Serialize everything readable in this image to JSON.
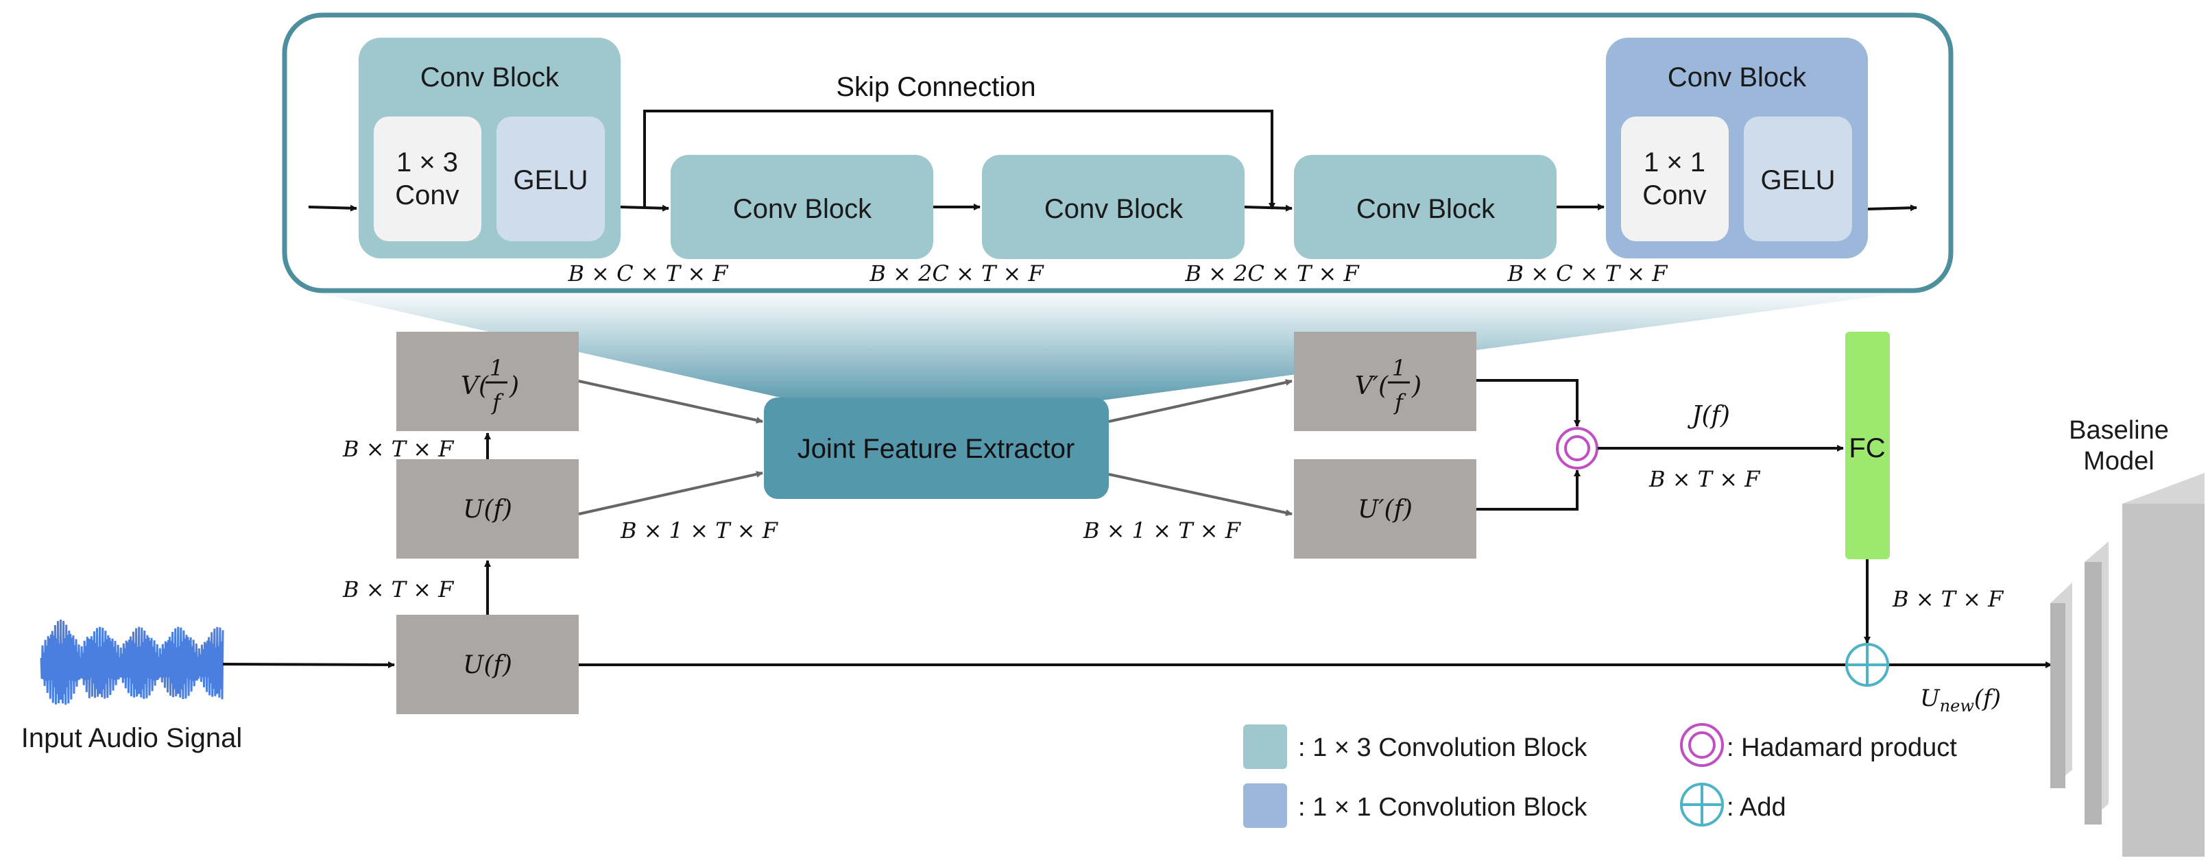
{
  "top_panel": {
    "skip_connection_label": "Skip Connection",
    "first_block": {
      "title": "Conv Block",
      "conv_label": [
        "1 × 3",
        "Conv"
      ],
      "act_label": "GELU"
    },
    "middle_blocks": [
      "Conv Block",
      "Conv Block",
      "Conv Block"
    ],
    "last_block": {
      "title": "Conv Block",
      "conv_label": [
        "1 × 1",
        "Conv"
      ],
      "act_label": "GELU"
    },
    "dims": [
      "B  × C × T  × F",
      "B  × 2C × T  × F",
      "B  × 2C × T  × F",
      "B  × C × T  × F"
    ]
  },
  "left": {
    "v_label": "V(1/f)",
    "u_label": "U(f)",
    "input_u_label": "U(f)",
    "dim_between": "B  × T  × F",
    "dim_lower": "B  × T  × F",
    "dim_to_extractor": "B  × 1 × T  × F",
    "input_caption": "Input Audio Signal"
  },
  "center": {
    "extractor_label": "Joint Feature Extractor"
  },
  "right": {
    "vprime_label": "V′(1/f)",
    "uprime_label": "U′(f)",
    "dim_from_extractor": "B  × 1 × T  × F",
    "j_label": "J(f)",
    "dim_after_hadamard": "B  × T  × F",
    "fc_label": "FC",
    "dim_after_fc": "B  × T  × F",
    "unew_label": "U_new(f)",
    "baseline_label": [
      "Baseline",
      "Model"
    ]
  },
  "legend": [
    {
      "swatch": "#9fc7ce",
      "text": ": 1 × 3 Convolution Block"
    },
    {
      "swatch": "#9bb8db",
      "text": ": 1 × 1 Convolution Block"
    },
    {
      "symbol": "hadamard",
      "text": ": Hadamard product"
    },
    {
      "symbol": "add",
      "text": ": Add"
    }
  ],
  "colors": {
    "panel_border": "#4e8f9d",
    "conv13": "#9fc7ce",
    "conv11": "#9bb8db",
    "inner_light": "#f2f2f2",
    "gelu": "#cfdceb",
    "gray_box": "#aba7a5",
    "extractor": "#5597ab",
    "fc": "#9de86f",
    "hadamard": "#c04fc4",
    "add": "#4fb3c7",
    "waveform": "#4a7fe0"
  }
}
